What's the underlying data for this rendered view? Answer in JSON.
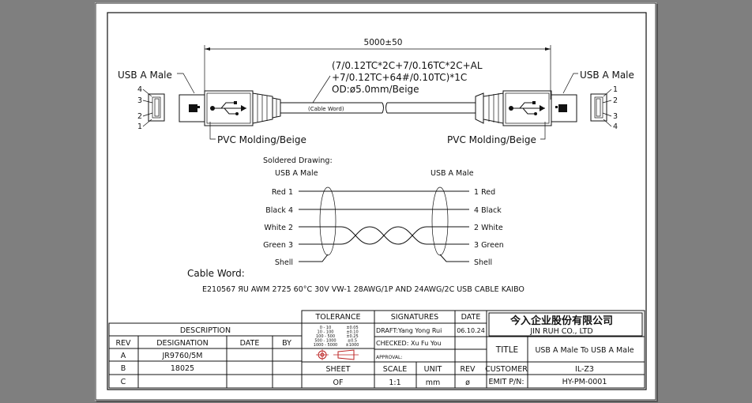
{
  "dimension": "5000±50",
  "cable_spec": {
    "line1": "(7/0.12TC*2C+7/0.16TC*2C+AL",
    "line2": "+7/0.12TC+64#/0.10TC)*1C",
    "line3": "OD:ø5.0mm/Beige"
  },
  "cable_word_tag": "(Cable Word)",
  "left_connector": {
    "label": "USB A Male",
    "molding": "PVC Molding/Beige",
    "pins": [
      "4",
      "3",
      "2",
      "1"
    ]
  },
  "right_connector": {
    "label": "USB A Male",
    "molding": "PVC Molding/Beige",
    "pins": [
      "1",
      "2",
      "3",
      "4"
    ]
  },
  "soldered": {
    "title": "Soldered Drawing:",
    "left_title": "USB A Male",
    "right_title": "USB A Male",
    "left": [
      "Red 1",
      "Black 4",
      "White 2",
      "Green 3",
      "Shell"
    ],
    "right": [
      "1 Red",
      "4 Black",
      "2 White",
      "3 Green",
      "Shell"
    ]
  },
  "cable_word": {
    "heading": "Cable Word:",
    "text": "E210567 ЯU AWM 2725 60°C 30V VW-1 28AWG/1P AND 24AWG/2C USB CABLE KAIBO"
  },
  "title_block": {
    "description_label": "DESCRIPTION",
    "headers": {
      "rev": "REV",
      "designation": "DESIGNATION",
      "date": "DATE",
      "by": "BY"
    },
    "rows": [
      {
        "rev": "A",
        "designation": "JR9760/5M",
        "date": "",
        "by": ""
      },
      {
        "rev": "B",
        "designation": "18025",
        "date": "",
        "by": ""
      },
      {
        "rev": "C",
        "designation": "",
        "date": "",
        "by": ""
      }
    ],
    "tolerance_label": "TOLERANCE",
    "tolerance_rows": [
      [
        "0 - 10",
        "±0.05"
      ],
      [
        "10 - 100",
        "±0.10"
      ],
      [
        "100 - 500",
        "±0.25"
      ],
      [
        "500 - 1000",
        "±0.5"
      ],
      [
        "1000 - 5000",
        "±1000"
      ]
    ],
    "signatures_label": "SIGNATURES",
    "date_label": "DATE",
    "draft": "DRAFT:Yang Yong Rui",
    "draft_date": "06.10.24",
    "checked": "CHECKED: Xu Fu You",
    "approval": "APPROVAL:",
    "company_cn": "今入企业股份有限公司",
    "company_en": "JIN RUH CO., LTD",
    "title_label": "TITLE",
    "title_value": "USB A Male To USB A Male",
    "customer_label": "CUSTOMER",
    "customer_value": "IL-Z3",
    "emit_label": "EMIT P/N:",
    "emit_value": "HY-PM-0001",
    "sheet_label": "SHEET",
    "sheet_value": "OF",
    "scale_label": "SCALE",
    "scale_value": "1:1",
    "unit_label": "UNIT",
    "unit_value": "mm",
    "rev_label": "REV",
    "rev_value": "ø"
  }
}
